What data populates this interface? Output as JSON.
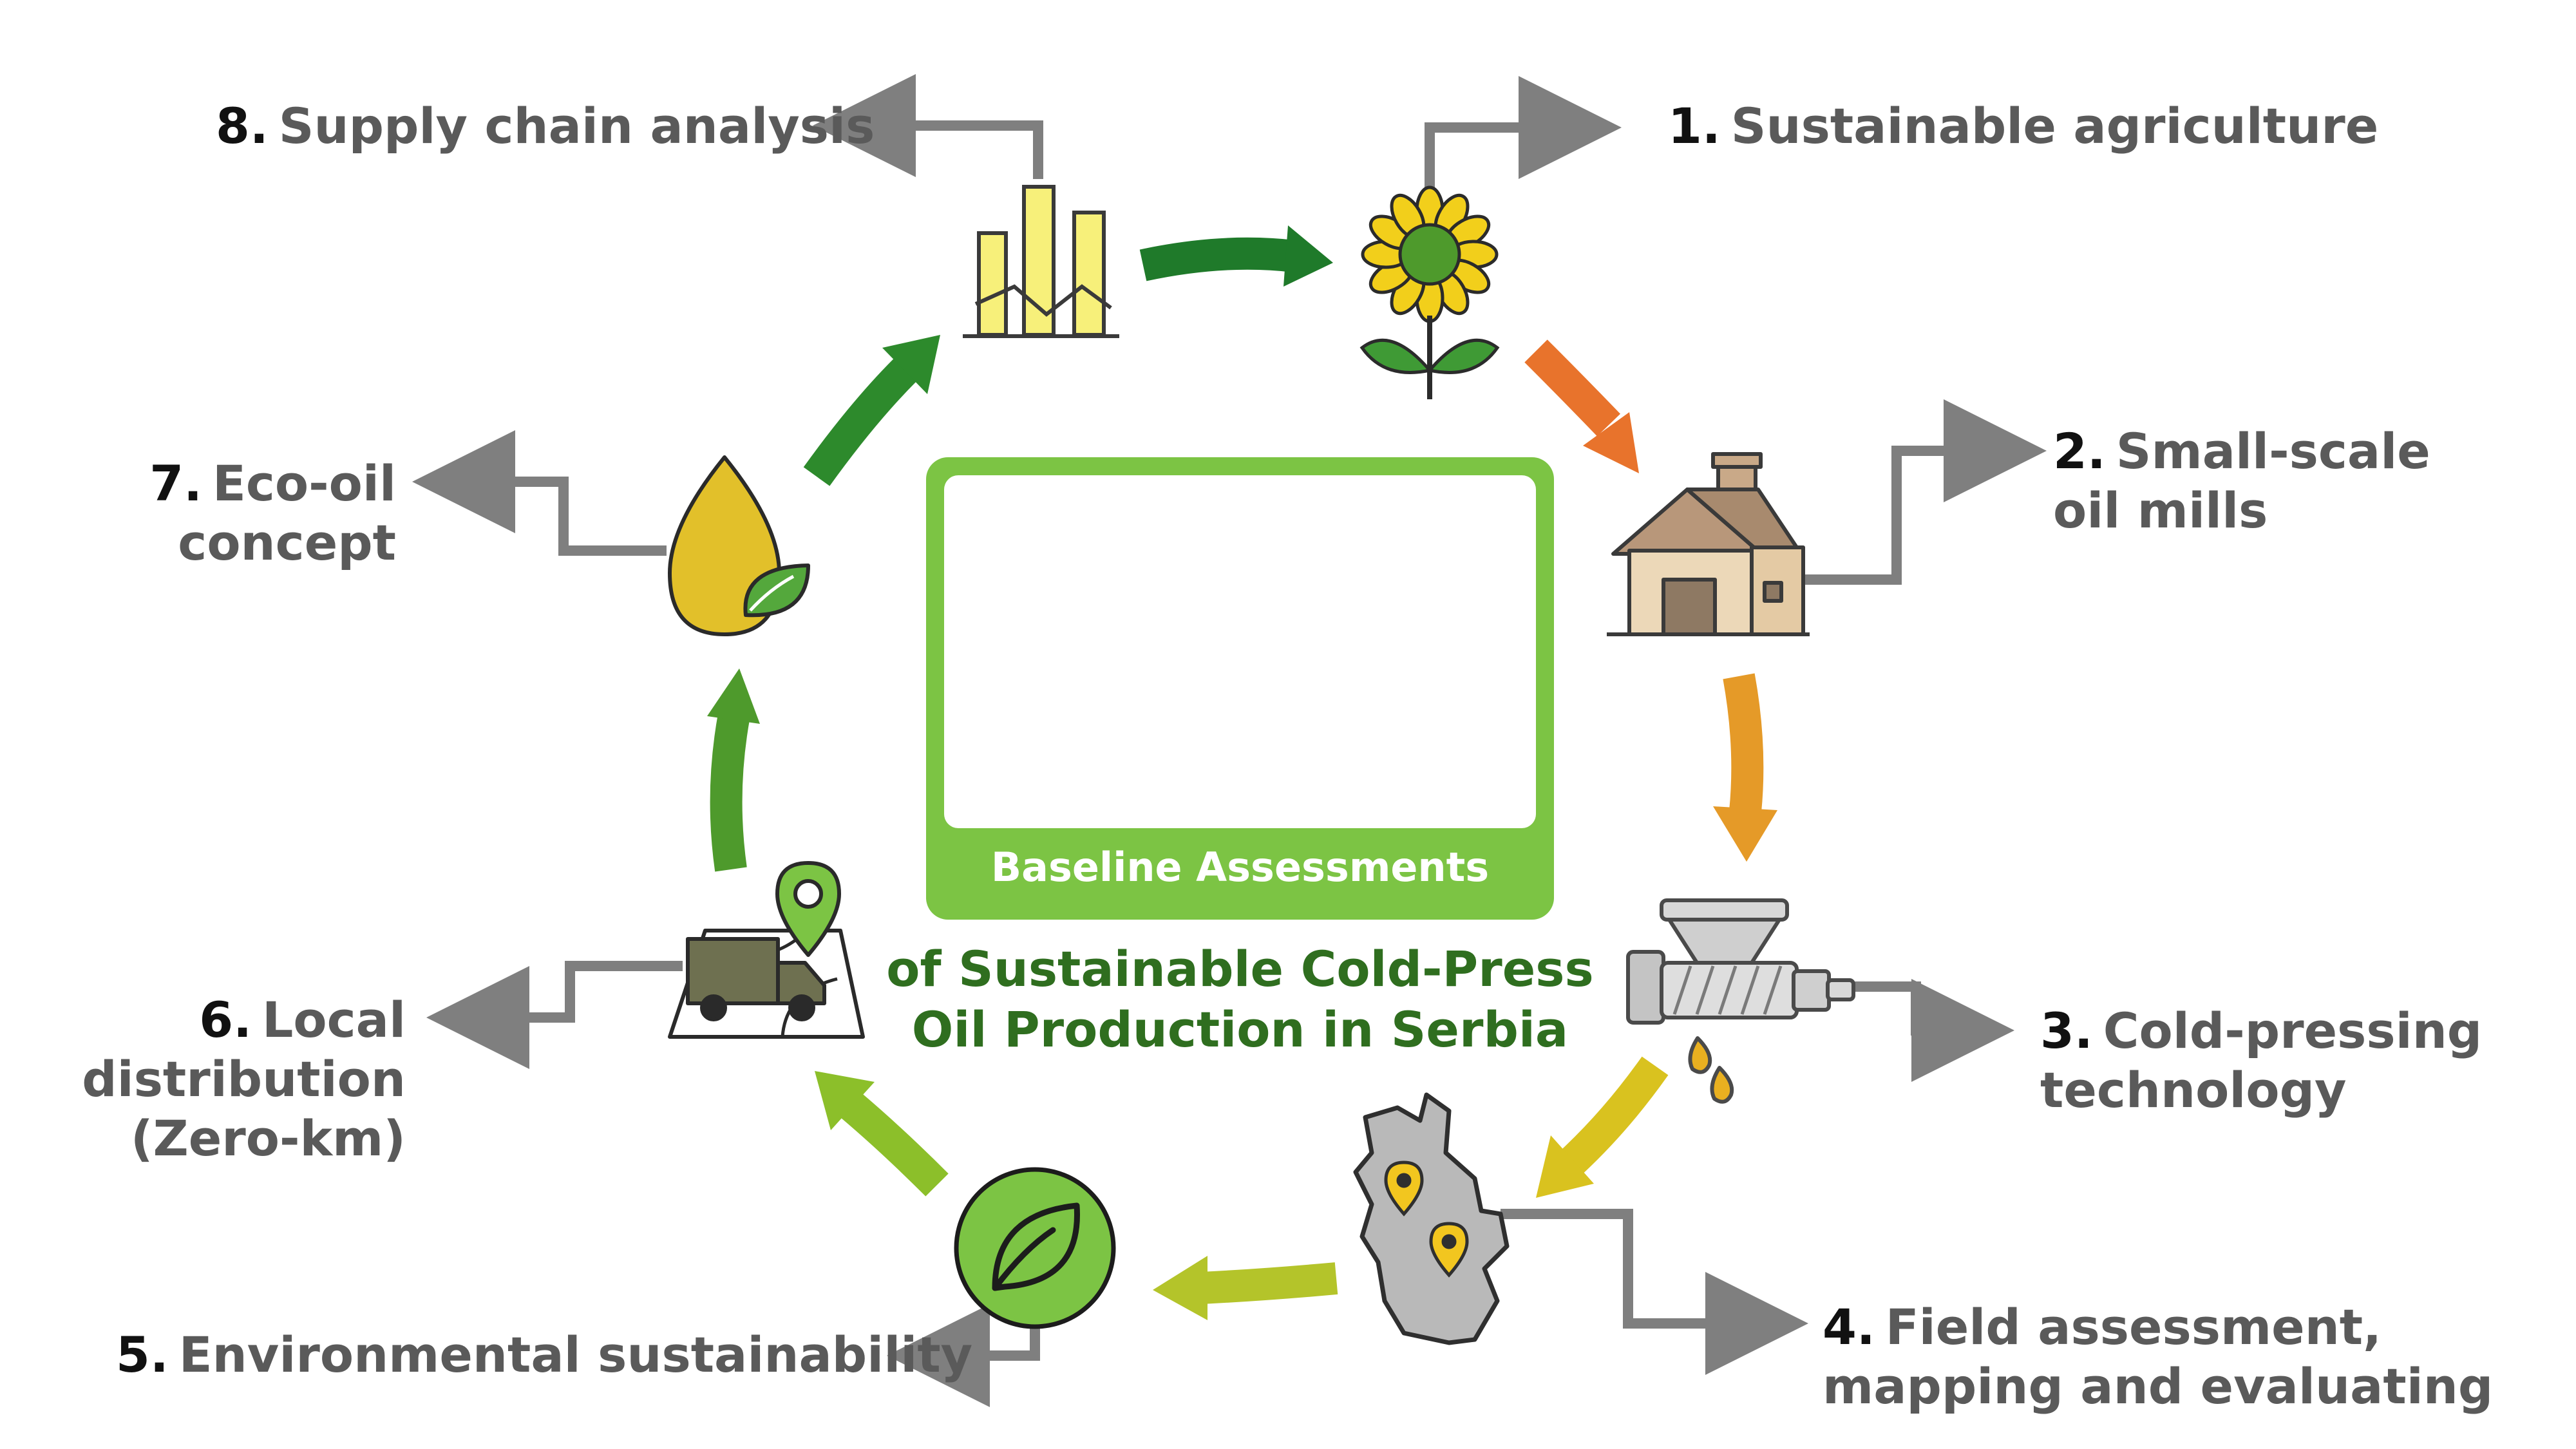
{
  "center": {
    "title": "Baseline Assessments",
    "subtitle_lines": [
      "of Sustainable Cold-Press",
      "Oil Production in Serbia"
    ]
  },
  "steps": [
    {
      "number": "1.",
      "lines": [
        "Sustainable agriculture"
      ],
      "icon": "sunflower-icon"
    },
    {
      "number": "2.",
      "lines": [
        "Small-scale",
        "oil mills"
      ],
      "icon": "oil-mill-icon"
    },
    {
      "number": "3.",
      "lines": [
        "Cold-pressing",
        "technology"
      ],
      "icon": "oil-press-icon"
    },
    {
      "number": "4.",
      "lines": [
        "Field assessment,",
        "mapping and evaluating"
      ],
      "icon": "serbia-map-icon"
    },
    {
      "number": "5.",
      "lines": [
        "Environmental sustainability"
      ],
      "icon": "leaf-circle-icon"
    },
    {
      "number": "6.",
      "lines": [
        "Local",
        "distribution",
        "(Zero-km)"
      ],
      "icon": "truck-location-icon"
    },
    {
      "number": "7.",
      "lines": [
        "Eco-oil",
        "concept"
      ],
      "icon": "oil-drop-leaf-icon"
    },
    {
      "number": "8.",
      "lines": [
        "Supply chain analysis"
      ],
      "icon": "bar-chart-icon"
    }
  ],
  "colors": {
    "dark_green": "#1f7a2a",
    "orange": "#e8732c",
    "amber": "#e59a28",
    "yellow": "#d9c21f",
    "olive": "#b4c42a",
    "light_green": "#8cbf2a",
    "mid_green": "#4e9a2c",
    "connector_gray": "#7f7f7f",
    "card_green": "#7cc444"
  }
}
